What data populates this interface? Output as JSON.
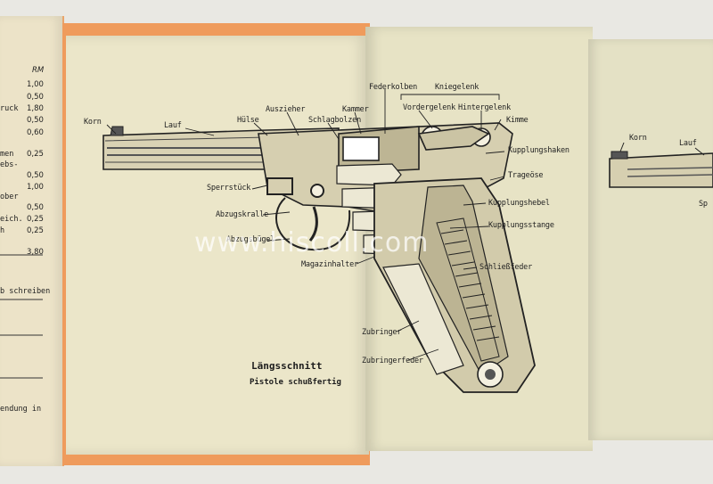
{
  "left_page": {
    "currency": "RM",
    "prices": [
      "1,00",
      "0,50",
      "1,80",
      "0,50",
      "0,60",
      "0,25",
      "0,50",
      "1,00",
      "0,50",
      "0,25",
      "0,25",
      "3,80"
    ],
    "fragments": [
      "ruck",
      "men",
      "ebs-",
      "ober",
      "eich.",
      "h",
      "b schreiben",
      "endung in"
    ]
  },
  "diagram": {
    "labels": {
      "korn": "Korn",
      "lauf": "Lauf",
      "huelse": "Hülse",
      "auszieher": "Auszieher",
      "schlagbolzen": "Schlagbolzen",
      "kammer": "Kammer",
      "federkolben": "Federkolben",
      "kniegelenk": "Kniegelenk",
      "vordergelenk": "Vordergelenk",
      "hintergelenk": "Hintergelenk",
      "kimme": "Kimme",
      "kupplungshaken": "Kupplungshaken",
      "trageoese": "Trageöse",
      "kupplungshebel": "Kupplungshebel",
      "kupplungsstange": "Kupplungsstange",
      "schliessfeder": "Schließfeder",
      "sperrstueck": "Sperrstück",
      "abzugskralle": "Abzugskralle",
      "abzugsbuegel": "Abzugsbügel",
      "magazinhalter": "Magazinhalter",
      "zubringer": "Zubringer",
      "zubringerfeder": "Zubringerfeder"
    },
    "caption_title": "Längsschnitt",
    "caption_subtitle": "Pistole schußfertig"
  },
  "right_page": {
    "korn": "Korn",
    "lauf": "Lauf",
    "fragment": "Sp"
  },
  "watermark": "www.hiscoll.com",
  "colors": {
    "paper": "#ebe6c9",
    "cover": "#ef9b5c",
    "ink": "#222222"
  }
}
